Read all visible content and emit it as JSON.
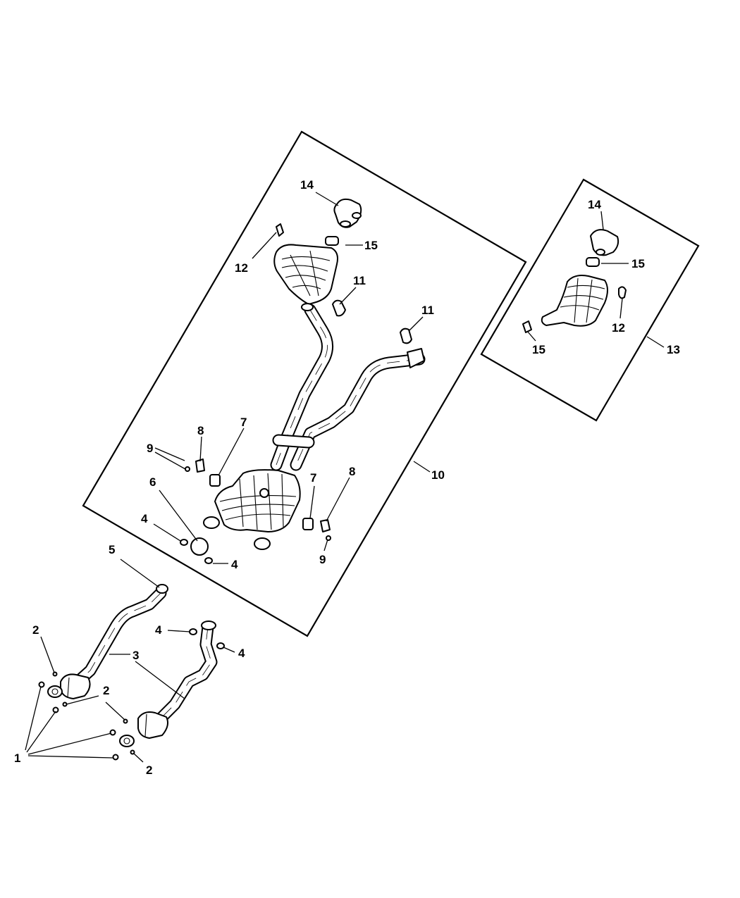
{
  "callouts": {
    "c1": "1",
    "c2a": "2",
    "c2b": "2",
    "c2c": "2",
    "c3": "3",
    "c4a": "4",
    "c4b": "4",
    "c4c": "4",
    "c4d": "4",
    "c5": "5",
    "c6": "6",
    "c7a": "7",
    "c7b": "7",
    "c8a": "8",
    "c8b": "8",
    "c9a": "9",
    "c9b": "9",
    "c10": "10",
    "c11a": "11",
    "c11b": "11",
    "c12a": "12",
    "c12b": "12",
    "c13": "13",
    "c14a": "14",
    "c14b": "14",
    "c15a": "15",
    "c15b": "15",
    "c15c": "15"
  }
}
